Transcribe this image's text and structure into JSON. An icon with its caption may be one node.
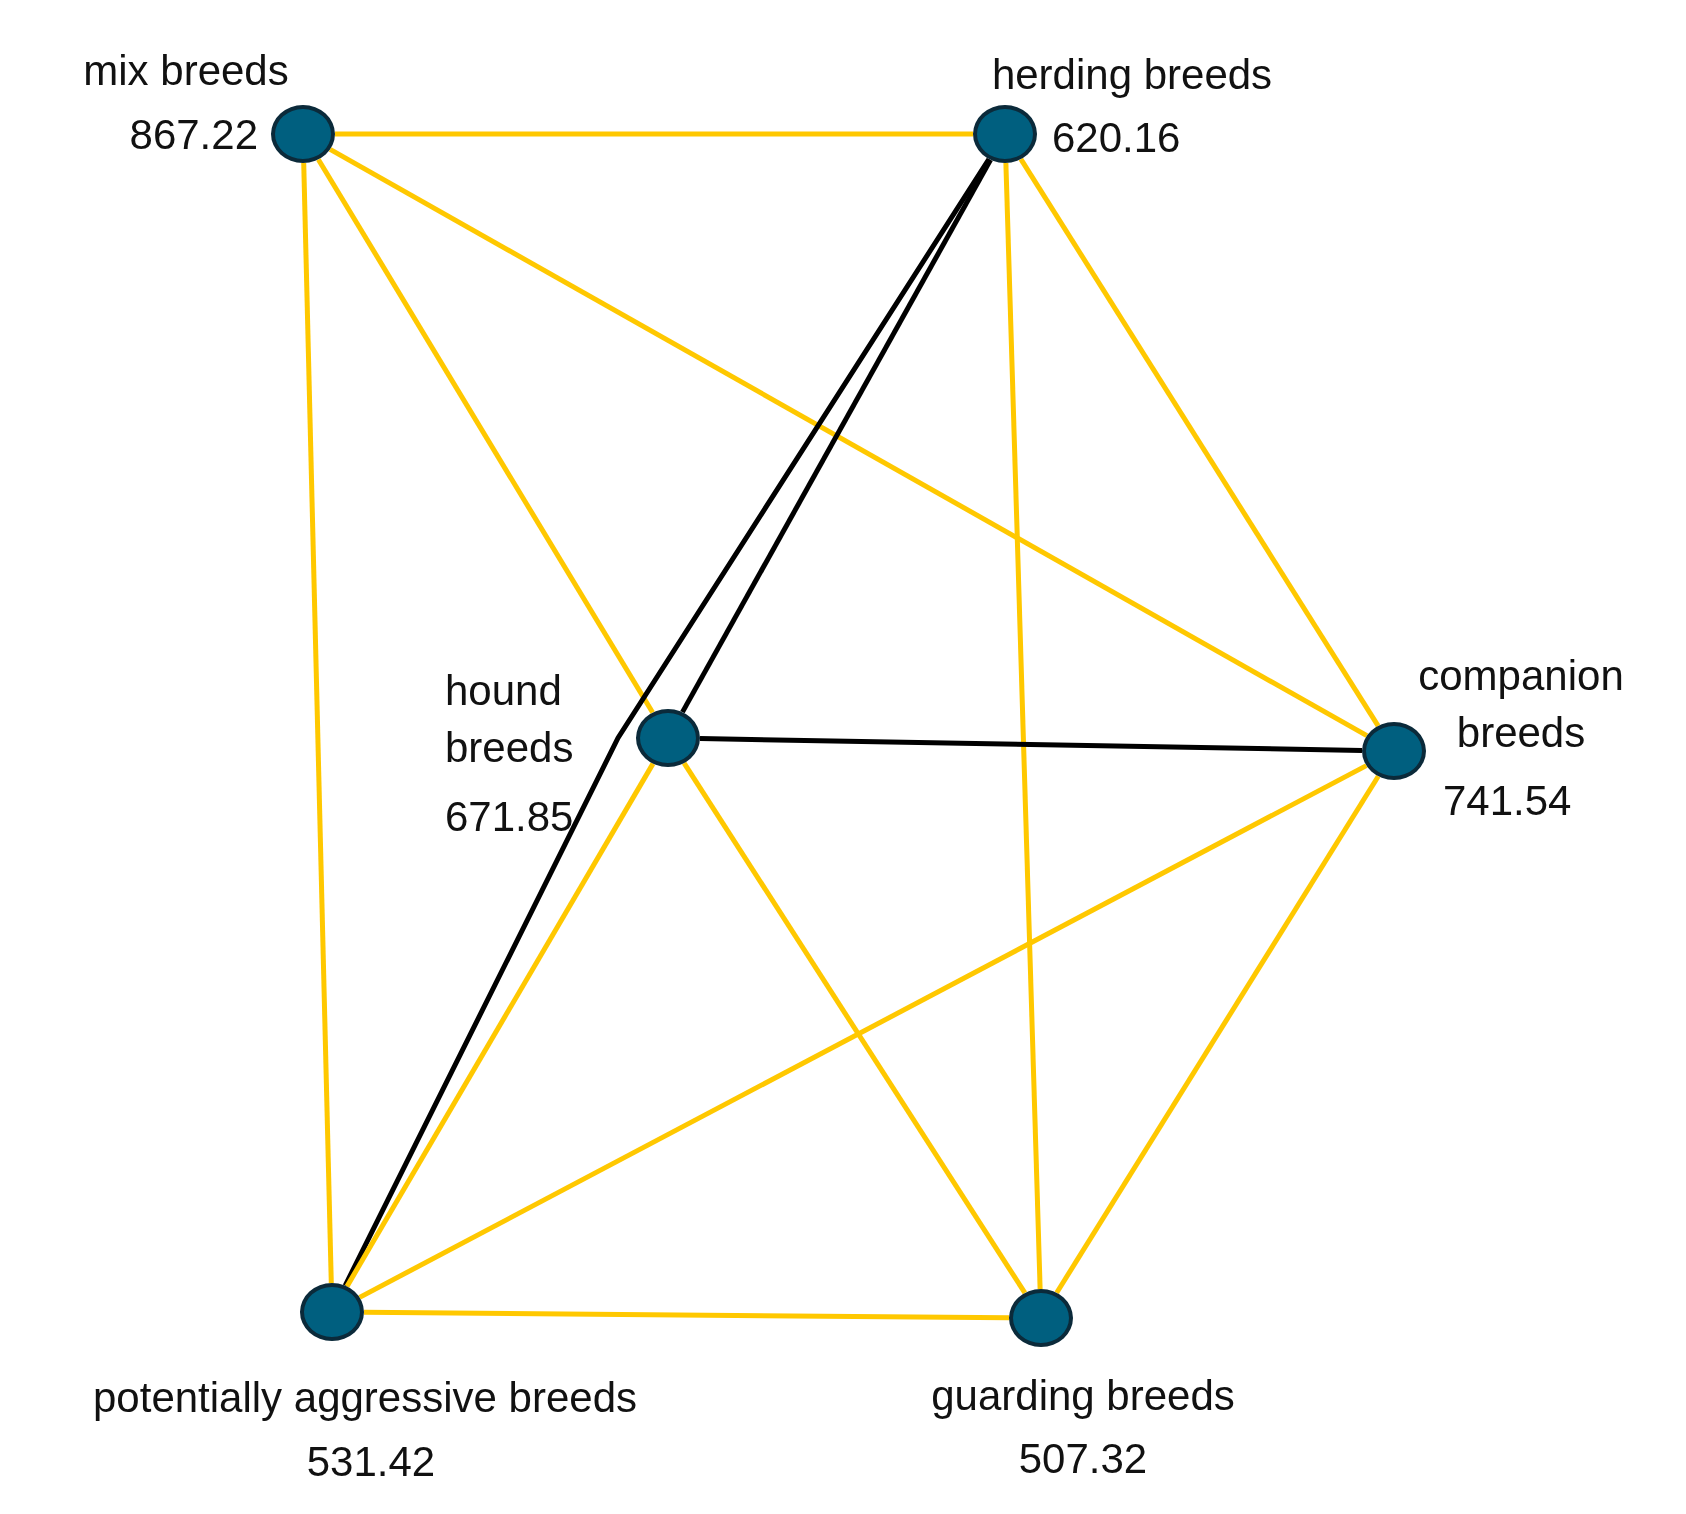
{
  "diagram": {
    "nodes": [
      {
        "text": [],
        "shape": "circle",
        "beside": [
          "mix breeds",
          "867.22"
        ]
      },
      {
        "text": [],
        "shape": "circle",
        "beside": [
          "herding breeds",
          "620.16"
        ]
      },
      {
        "text": [],
        "shape": "circle",
        "beside": [
          "hound breeds",
          "671.85"
        ]
      },
      {
        "text": [],
        "shape": "circle",
        "beside": [
          "companion breeds",
          "741.54"
        ]
      },
      {
        "text": [],
        "shape": "circle",
        "beside": [
          "potentially aggressive breeds",
          "531.42"
        ]
      },
      {
        "text": [],
        "shape": "circle",
        "beside": [
          "guarding breeds",
          "507.32"
        ]
      }
    ],
    "edges": [
      {
        "from": 0,
        "to": 1,
        "arrow": "none"
      },
      {
        "from": 0,
        "to": 2,
        "arrow": "none"
      },
      {
        "from": 0,
        "to": 3,
        "arrow": "none"
      },
      {
        "from": 0,
        "to": 4,
        "arrow": "none"
      },
      {
        "from": 1,
        "to": 2,
        "arrow": "none",
        "color": "#000000"
      },
      {
        "from": 1,
        "to": 4,
        "arrow": "none",
        "color": "#000000"
      },
      {
        "from": 1,
        "to": 3,
        "arrow": "none"
      },
      {
        "from": 1,
        "to": 5,
        "arrow": "none"
      },
      {
        "from": 2,
        "to": 3,
        "arrow": "none",
        "color": "#000000"
      },
      {
        "from": 2,
        "to": 4,
        "arrow": "none"
      },
      {
        "from": 2,
        "to": 5,
        "arrow": "none"
      },
      {
        "from": 3,
        "to": 4,
        "arrow": "none"
      },
      {
        "from": 3,
        "to": 5,
        "arrow": "none"
      },
      {
        "from": 4,
        "to": 5,
        "arrow": "none"
      }
    ]
  }
}
